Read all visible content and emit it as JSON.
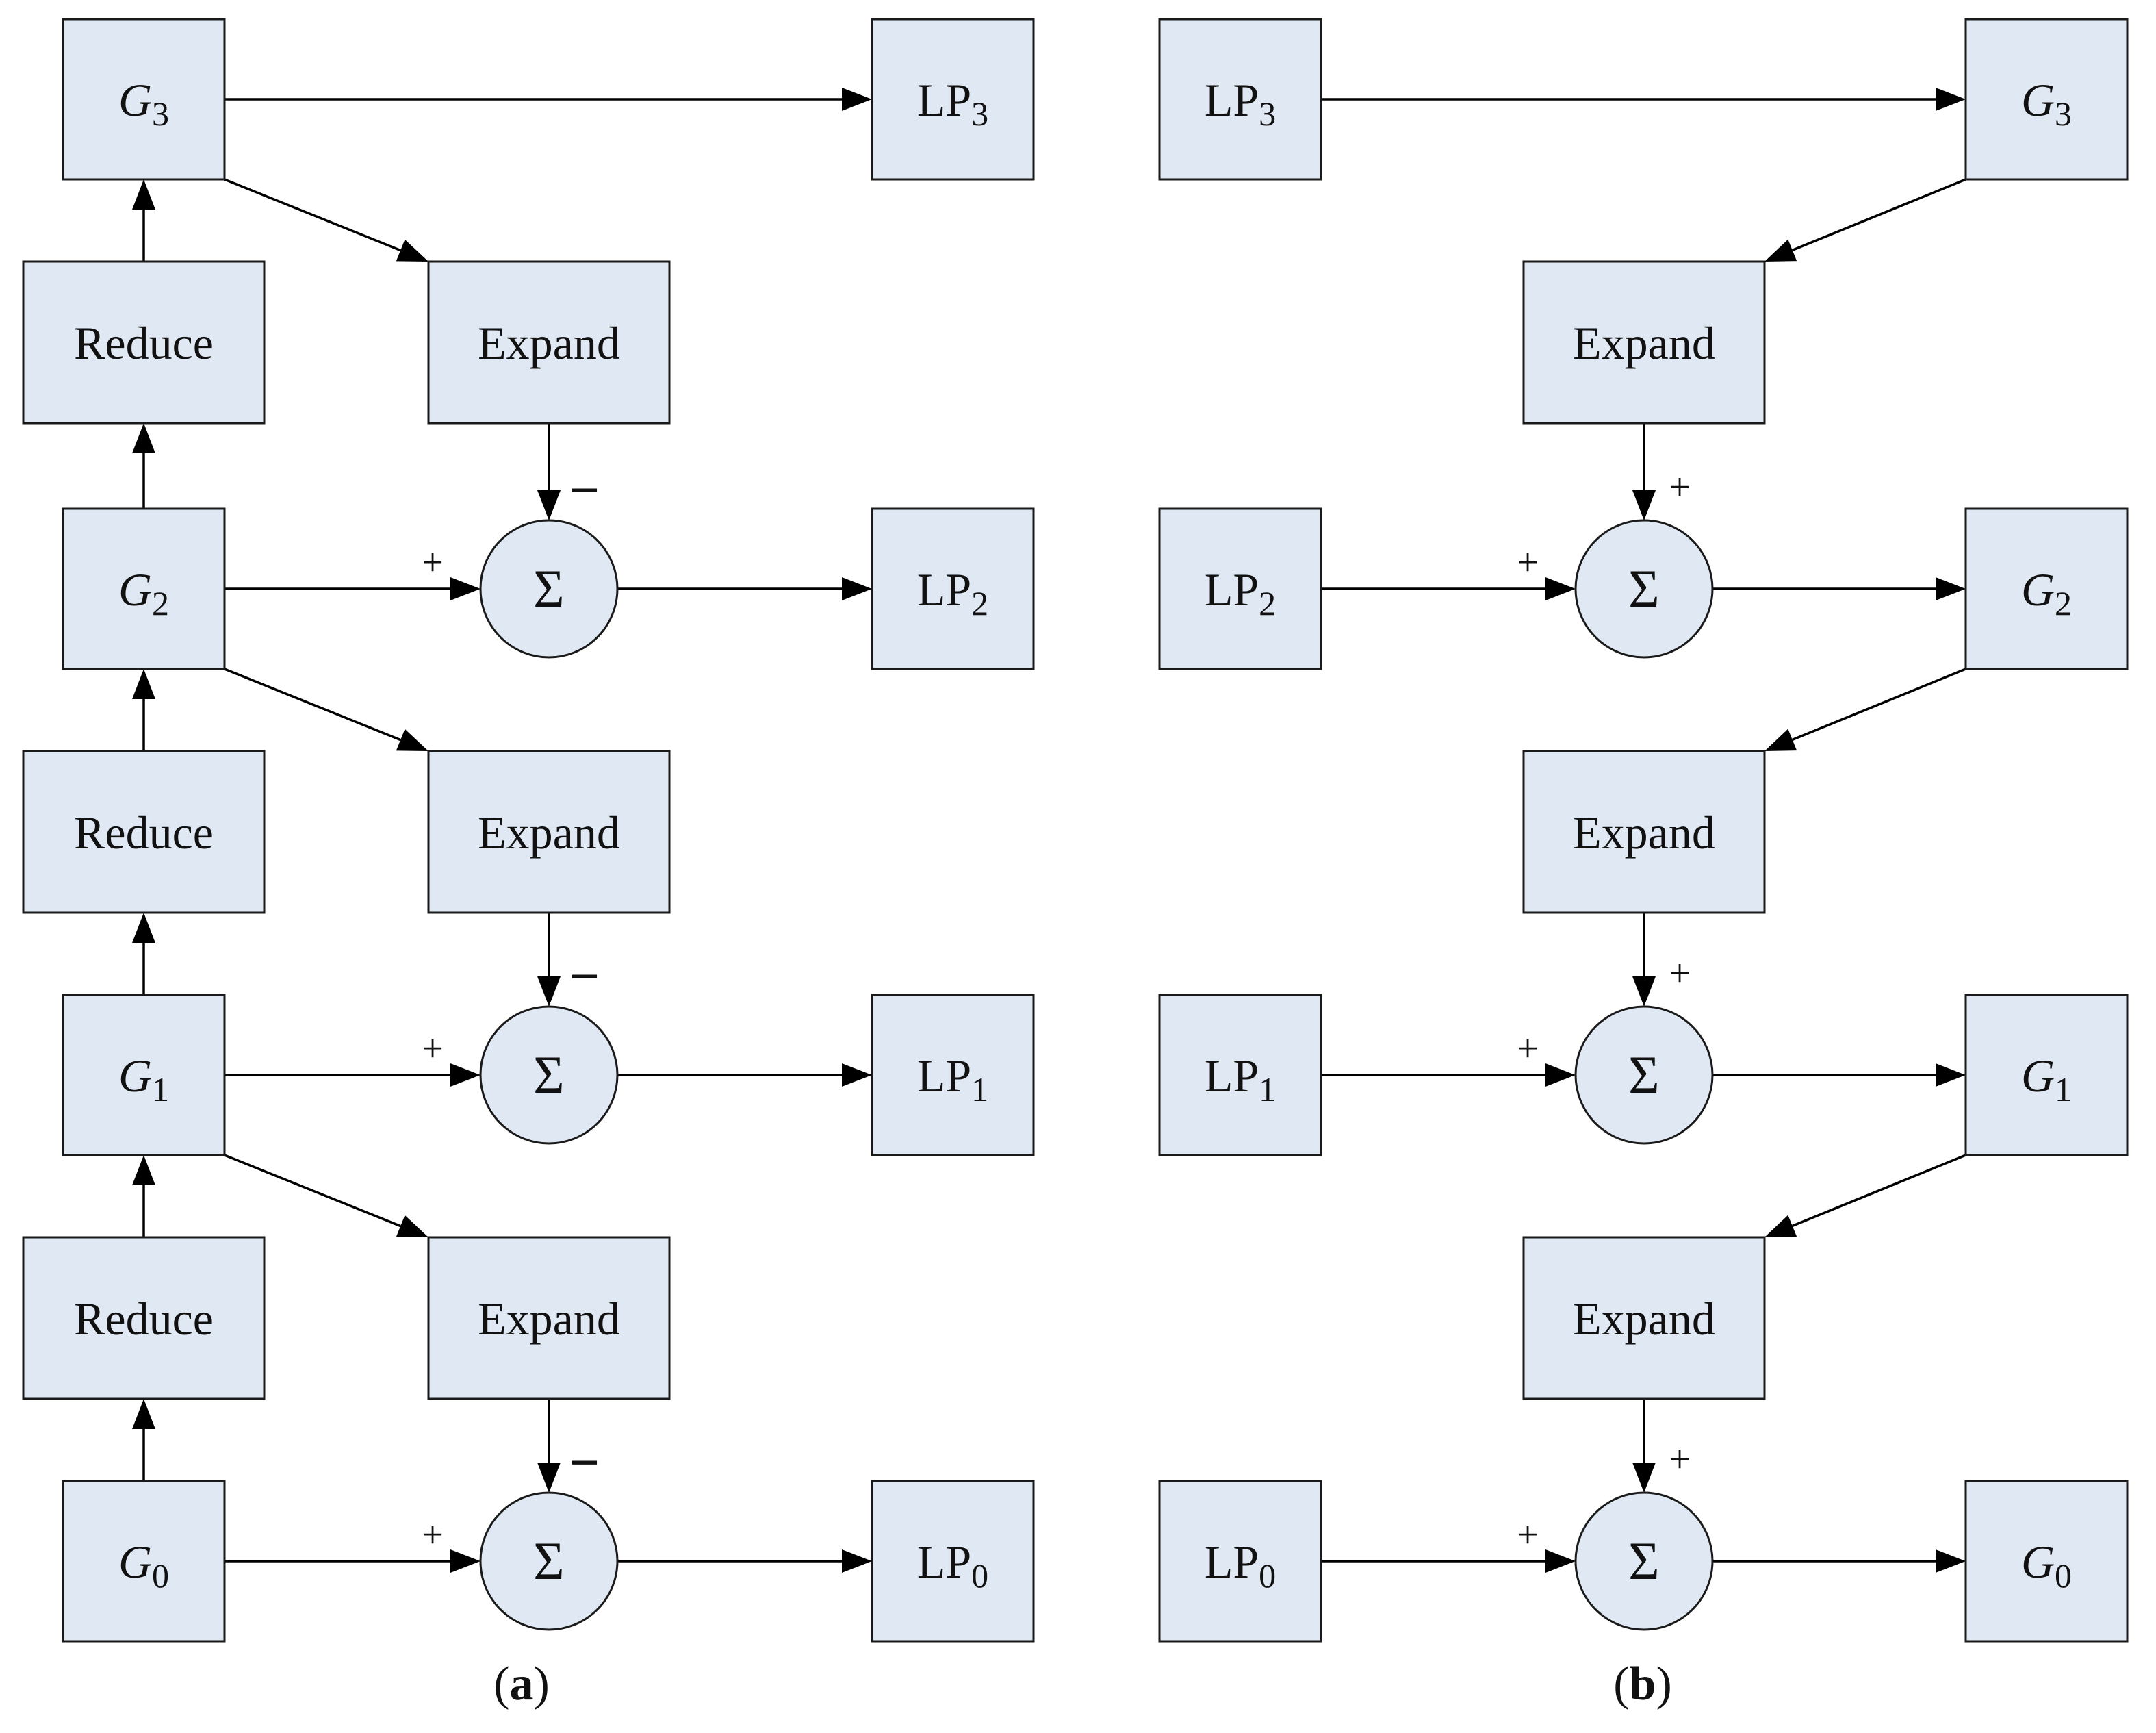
{
  "panels": [
    {
      "caption": {
        "open": "(",
        "letter": "a",
        "close": ")"
      },
      "blocks": [
        {
          "row": 0,
          "col": 0,
          "base": "G",
          "sub": "3",
          "italic": true
        },
        {
          "row": 0,
          "col": 3,
          "base": "LP",
          "sub": "3",
          "italic": false
        },
        {
          "row": 1,
          "col": 0,
          "base": "Reduce",
          "sub": "",
          "italic": false
        },
        {
          "row": 1,
          "col": 1,
          "base": "Expand",
          "sub": "",
          "italic": false
        },
        {
          "row": 2,
          "col": 0,
          "base": "G",
          "sub": "2",
          "italic": true
        },
        {
          "row": 2,
          "col": 3,
          "base": "LP",
          "sub": "2",
          "italic": false
        },
        {
          "row": 3,
          "col": 0,
          "base": "Reduce",
          "sub": "",
          "italic": false
        },
        {
          "row": 3,
          "col": 1,
          "base": "Expand",
          "sub": "",
          "italic": false
        },
        {
          "row": 4,
          "col": 0,
          "base": "G",
          "sub": "1",
          "italic": true
        },
        {
          "row": 4,
          "col": 3,
          "base": "LP",
          "sub": "1",
          "italic": false
        },
        {
          "row": 5,
          "col": 0,
          "base": "Reduce",
          "sub": "",
          "italic": false
        },
        {
          "row": 5,
          "col": 1,
          "base": "Expand",
          "sub": "",
          "italic": false
        },
        {
          "row": 6,
          "col": 0,
          "base": "G",
          "sub": "0",
          "italic": true
        },
        {
          "row": 6,
          "col": 3,
          "base": "LP",
          "sub": "0",
          "italic": false
        }
      ],
      "summers": [
        {
          "row": 2,
          "symbol": "Σ",
          "left_sign": "+",
          "top_sign": "−"
        },
        {
          "row": 4,
          "symbol": "Σ",
          "left_sign": "+",
          "top_sign": "−"
        },
        {
          "row": 6,
          "symbol": "Σ",
          "left_sign": "+",
          "top_sign": "−"
        }
      ]
    },
    {
      "caption": {
        "open": "(",
        "letter": "b",
        "close": ")"
      },
      "blocks": [
        {
          "row": 0,
          "col": 0,
          "base": "LP",
          "sub": "3",
          "italic": false
        },
        {
          "row": 0,
          "col": 3,
          "base": "G",
          "sub": "3",
          "italic": true
        },
        {
          "row": 1,
          "col": 1,
          "base": "Expand",
          "sub": "",
          "italic": false
        },
        {
          "row": 2,
          "col": 0,
          "base": "LP",
          "sub": "2",
          "italic": false
        },
        {
          "row": 2,
          "col": 3,
          "base": "G",
          "sub": "2",
          "italic": true
        },
        {
          "row": 3,
          "col": 1,
          "base": "Expand",
          "sub": "",
          "italic": false
        },
        {
          "row": 4,
          "col": 0,
          "base": "LP",
          "sub": "1",
          "italic": false
        },
        {
          "row": 4,
          "col": 3,
          "base": "G",
          "sub": "1",
          "italic": true
        },
        {
          "row": 5,
          "col": 1,
          "base": "Expand",
          "sub": "",
          "italic": false
        },
        {
          "row": 6,
          "col": 0,
          "base": "LP",
          "sub": "0",
          "italic": false
        },
        {
          "row": 6,
          "col": 3,
          "base": "G",
          "sub": "0",
          "italic": true
        }
      ],
      "summers": [
        {
          "row": 2,
          "symbol": "Σ",
          "left_sign": "+",
          "top_sign": "+"
        },
        {
          "row": 4,
          "symbol": "Σ",
          "left_sign": "+",
          "top_sign": "+"
        },
        {
          "row": 6,
          "symbol": "Σ",
          "left_sign": "+",
          "top_sign": "+"
        }
      ]
    }
  ],
  "colors": {
    "box_fill": "#dfe8f3",
    "stroke": "#1a1a1a"
  }
}
